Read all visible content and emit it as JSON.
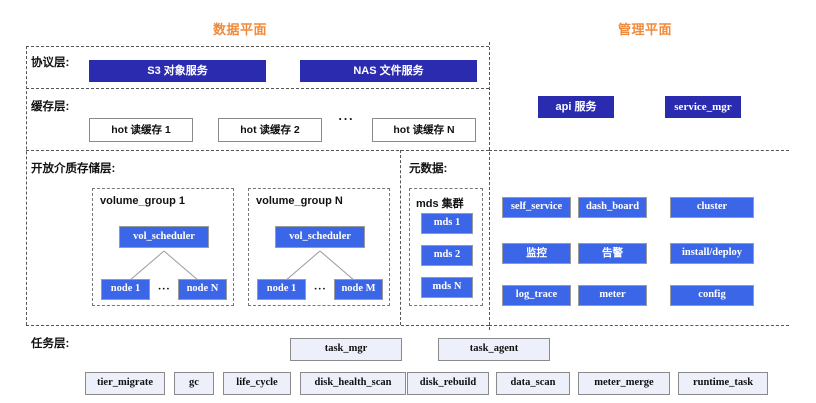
{
  "planes": {
    "data_plane_title": "数据平面",
    "mgmt_plane_title": "管理平面"
  },
  "layers": {
    "protocol": "协议层:",
    "cache": "缓存层:",
    "storage": "开放介质存储层:",
    "metadata": "元数据:",
    "task": "任务层:"
  },
  "protocol_layer": {
    "services": [
      {
        "label": "S3 对象服务"
      },
      {
        "label": "NAS 文件服务"
      }
    ]
  },
  "cache_layer": {
    "caches": [
      {
        "label": "hot 读缓存 1"
      },
      {
        "label": "hot 读缓存 2"
      },
      {
        "label": "hot 读缓存 N"
      }
    ],
    "ellipsis": "···"
  },
  "storage_layer": {
    "groups": [
      {
        "title": "volume_group 1",
        "scheduler": "vol_scheduler",
        "nodes": [
          "node 1",
          "node N"
        ],
        "ellipsis": "···"
      },
      {
        "title": "volume_group N",
        "scheduler": "vol_scheduler",
        "nodes": [
          "node 1",
          "node M"
        ],
        "ellipsis": "···"
      }
    ]
  },
  "metadata_layer": {
    "cluster_title": "mds 集群",
    "nodes": [
      "mds 1",
      "mds 2",
      "mds N"
    ]
  },
  "mgmt_plane": {
    "top_services": [
      {
        "label": "api 服务"
      },
      {
        "label": "service_mgr"
      }
    ],
    "grid": [
      [
        "self_service",
        "dash_board",
        "cluster"
      ],
      [
        "监控",
        "告警",
        "install/deploy"
      ],
      [
        "log_trace",
        "meter",
        "config"
      ]
    ]
  },
  "task_layer": {
    "managers": [
      {
        "label": "task_mgr"
      },
      {
        "label": "task_agent"
      }
    ],
    "tasks": [
      "tier_migrate",
      "gc",
      "life_cycle",
      "disk_health_scan",
      "disk_rebuild",
      "data_scan",
      "meter_merge",
      "runtime_task"
    ]
  },
  "colors": {
    "title_orange": "#F08A3C",
    "dark_blue": "#2B2BB0",
    "bright_blue": "#3B66E8",
    "lavender": "#EDF0FA",
    "border_gray": "#8A8A8A"
  }
}
